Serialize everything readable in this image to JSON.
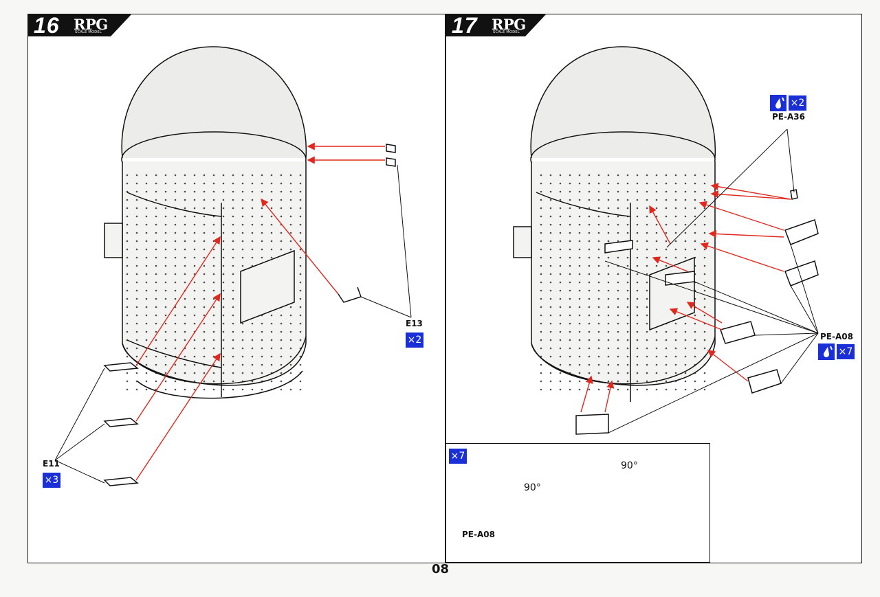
{
  "page": {
    "number": "08"
  },
  "steps": [
    {
      "number": "16",
      "brand": "RPG",
      "brand_sub": "SCALE MODEL",
      "parts": [
        {
          "label": "E13",
          "qty": "×2"
        },
        {
          "label": "E11",
          "qty": "×3"
        }
      ]
    },
    {
      "number": "17",
      "brand": "RPG",
      "brand_sub": "SCALE MODEL",
      "parts": [
        {
          "label": "PE-A36",
          "qty": "×2",
          "icon": "glue-drop-icon"
        },
        {
          "label": "PE-A08",
          "qty": "×7",
          "icon": "glue-drop-icon"
        }
      ],
      "inset": {
        "qty": "×7",
        "part_label": "PE-A08",
        "angle_1": "90°",
        "angle_2": "90°"
      }
    }
  ],
  "colors": {
    "arrow": "#e0281e",
    "badge": "#1a2fd6",
    "line": "#111111"
  }
}
